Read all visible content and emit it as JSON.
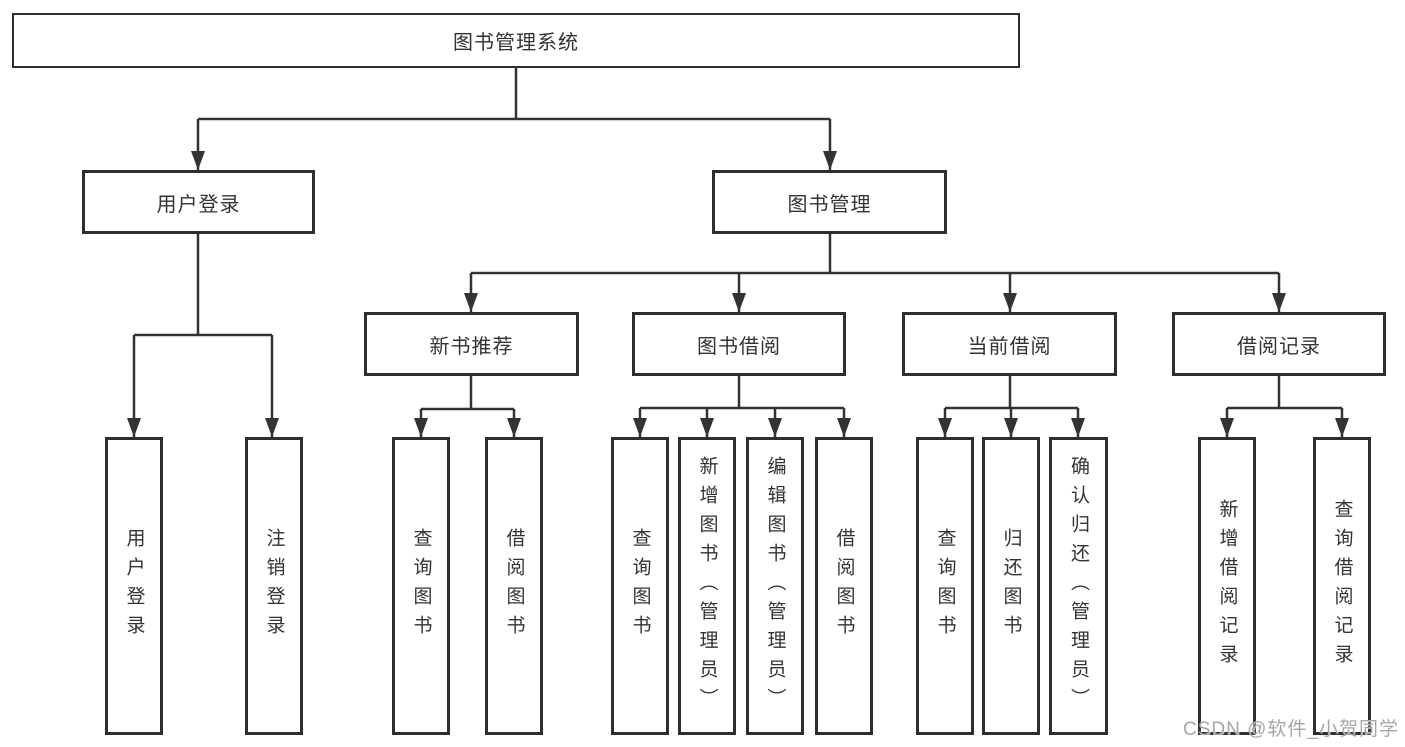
{
  "tree": {
    "label": "图书管理系统",
    "children": [
      {
        "label": "用户登录",
        "children": [
          {
            "label": "用户登录"
          },
          {
            "label": "注销登录"
          }
        ]
      },
      {
        "label": "图书管理",
        "children": [
          {
            "label": "新书推荐",
            "children": [
              {
                "label": "查询图书"
              },
              {
                "label": "借阅图书"
              }
            ]
          },
          {
            "label": "图书借阅",
            "children": [
              {
                "label": "查询图书"
              },
              {
                "label": "新增图书（管理员）"
              },
              {
                "label": "编辑图书（管理员）"
              },
              {
                "label": "借阅图书"
              }
            ]
          },
          {
            "label": "当前借阅",
            "children": [
              {
                "label": "查询图书"
              },
              {
                "label": "归还图书"
              },
              {
                "label": "确认归还（管理员）"
              }
            ]
          },
          {
            "label": "借阅记录",
            "children": [
              {
                "label": "新增借阅记录"
              },
              {
                "label": "查询借阅记录"
              }
            ]
          }
        ]
      }
    ]
  },
  "watermark": "CSDN @软件_小贺同学",
  "colors": {
    "line": "#333333",
    "border": "#2e2e2e",
    "text": "#333333",
    "watermark": "#a6a6a6",
    "background": "#ffffff"
  }
}
